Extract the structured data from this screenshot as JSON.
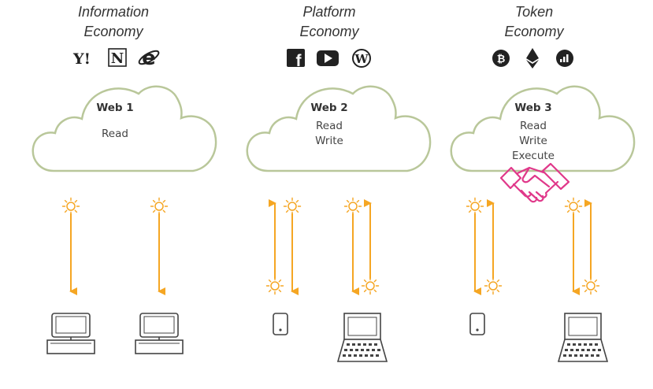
{
  "columns": [
    {
      "title_line1": "Information",
      "title_line2": "Economy",
      "icons": [
        "yahoo-icon",
        "netscape-icon",
        "internet-explorer-icon"
      ],
      "icon_glyphs": [
        "Y!",
        "N",
        "e"
      ],
      "cloud_title": "Web 1",
      "cloud_lines": [
        "Read"
      ]
    },
    {
      "title_line1": "Platform",
      "title_line2": "Economy",
      "icons": [
        "facebook-icon",
        "youtube-icon",
        "wordpress-icon"
      ],
      "icon_glyphs": [
        "f",
        "▶",
        "W"
      ],
      "cloud_title": "Web 2",
      "cloud_lines": [
        "Read",
        "Write"
      ]
    },
    {
      "title_line1": "Token",
      "title_line2": "Economy",
      "icons": [
        "bitcoin-icon",
        "ethereum-icon",
        "chart-coin-icon"
      ],
      "icon_glyphs": [
        "₿",
        "◆",
        "ıl"
      ],
      "cloud_title": "Web 3",
      "cloud_lines": [
        "Read",
        "Write",
        "Execute"
      ]
    }
  ],
  "colors": {
    "cloud_stroke": "#b9c79a",
    "arrow": "#f5a623",
    "device": "#444444",
    "handshake": "#e0388a",
    "icon": "#222222"
  }
}
